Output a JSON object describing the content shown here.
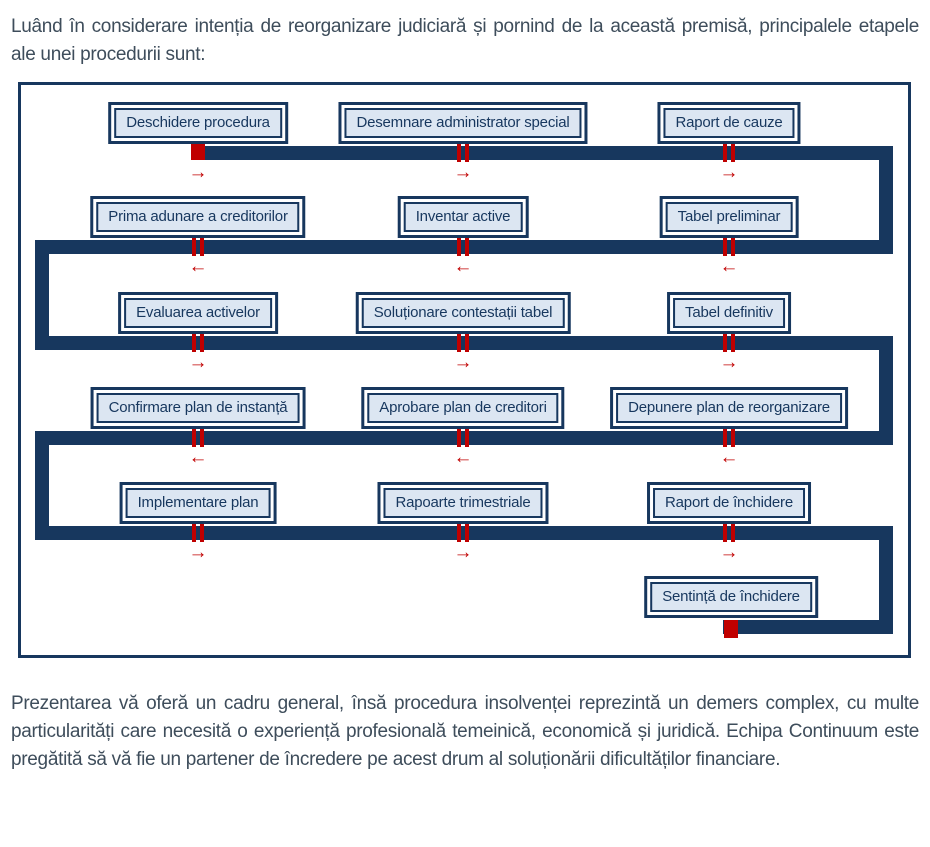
{
  "intro": {
    "text": "Luând în considerare intenția de reorganizare judiciară și pornind de la această premisă, principalele etapele ale unei procedurii sunt:"
  },
  "outro": {
    "text": "Prezentarea vă oferă un cadru general, însă procedura insolvenței reprezintă un demers complex, cu multe particularități care necesită o experiență profesională temeinică, economică și juridică. Echipa Continuum este pregătită să vă fie un partener de încredere pe acest drum al soluționării dificultăților financiare."
  },
  "flowchart": {
    "colors": {
      "navy": "#17375e",
      "red": "#c00000",
      "box_fill": "#dce6f2",
      "paragraph_text": "#3e4d5b"
    },
    "arrows": {
      "right": "→",
      "left": "←"
    },
    "rows": [
      {
        "direction": "right",
        "boxes": [
          {
            "label": "Deschidere procedura",
            "col": 0,
            "mark": "block"
          },
          {
            "label": "Desemnare administrator special",
            "col": 1,
            "mark": "stripes"
          },
          {
            "label": "Raport de cauze",
            "col": 2,
            "mark": "stripes"
          }
        ]
      },
      {
        "direction": "left",
        "boxes": [
          {
            "label": "Prima adunare a creditorilor",
            "col": 0,
            "mark": "stripes"
          },
          {
            "label": "Inventar active",
            "col": 1,
            "mark": "stripes"
          },
          {
            "label": "Tabel preliminar",
            "col": 2,
            "mark": "stripes"
          }
        ]
      },
      {
        "direction": "right",
        "boxes": [
          {
            "label": "Evaluarea activelor",
            "col": 0,
            "mark": "stripes"
          },
          {
            "label": "Soluționare contestații tabel",
            "col": 1,
            "mark": "stripes"
          },
          {
            "label": "Tabel definitiv",
            "col": 2,
            "mark": "stripes"
          }
        ]
      },
      {
        "direction": "left",
        "boxes": [
          {
            "label": "Confirmare plan de instanță",
            "col": 0,
            "mark": "stripes"
          },
          {
            "label": "Aprobare plan de creditori",
            "col": 1,
            "mark": "stripes"
          },
          {
            "label": "Depunere plan de reorganizare",
            "col": 2,
            "mark": "stripes"
          }
        ]
      },
      {
        "direction": "right",
        "boxes": [
          {
            "label": "Implementare plan",
            "col": 0,
            "mark": "stripes"
          },
          {
            "label": "Rapoarte trimestriale",
            "col": 1,
            "mark": "stripes"
          },
          {
            "label": "Raport de închidere",
            "col": 2,
            "mark": "stripes"
          }
        ]
      },
      {
        "direction": "none",
        "boxes": [
          {
            "label": "Sentință de închidere",
            "col": 2,
            "mark": "end"
          }
        ]
      }
    ]
  }
}
